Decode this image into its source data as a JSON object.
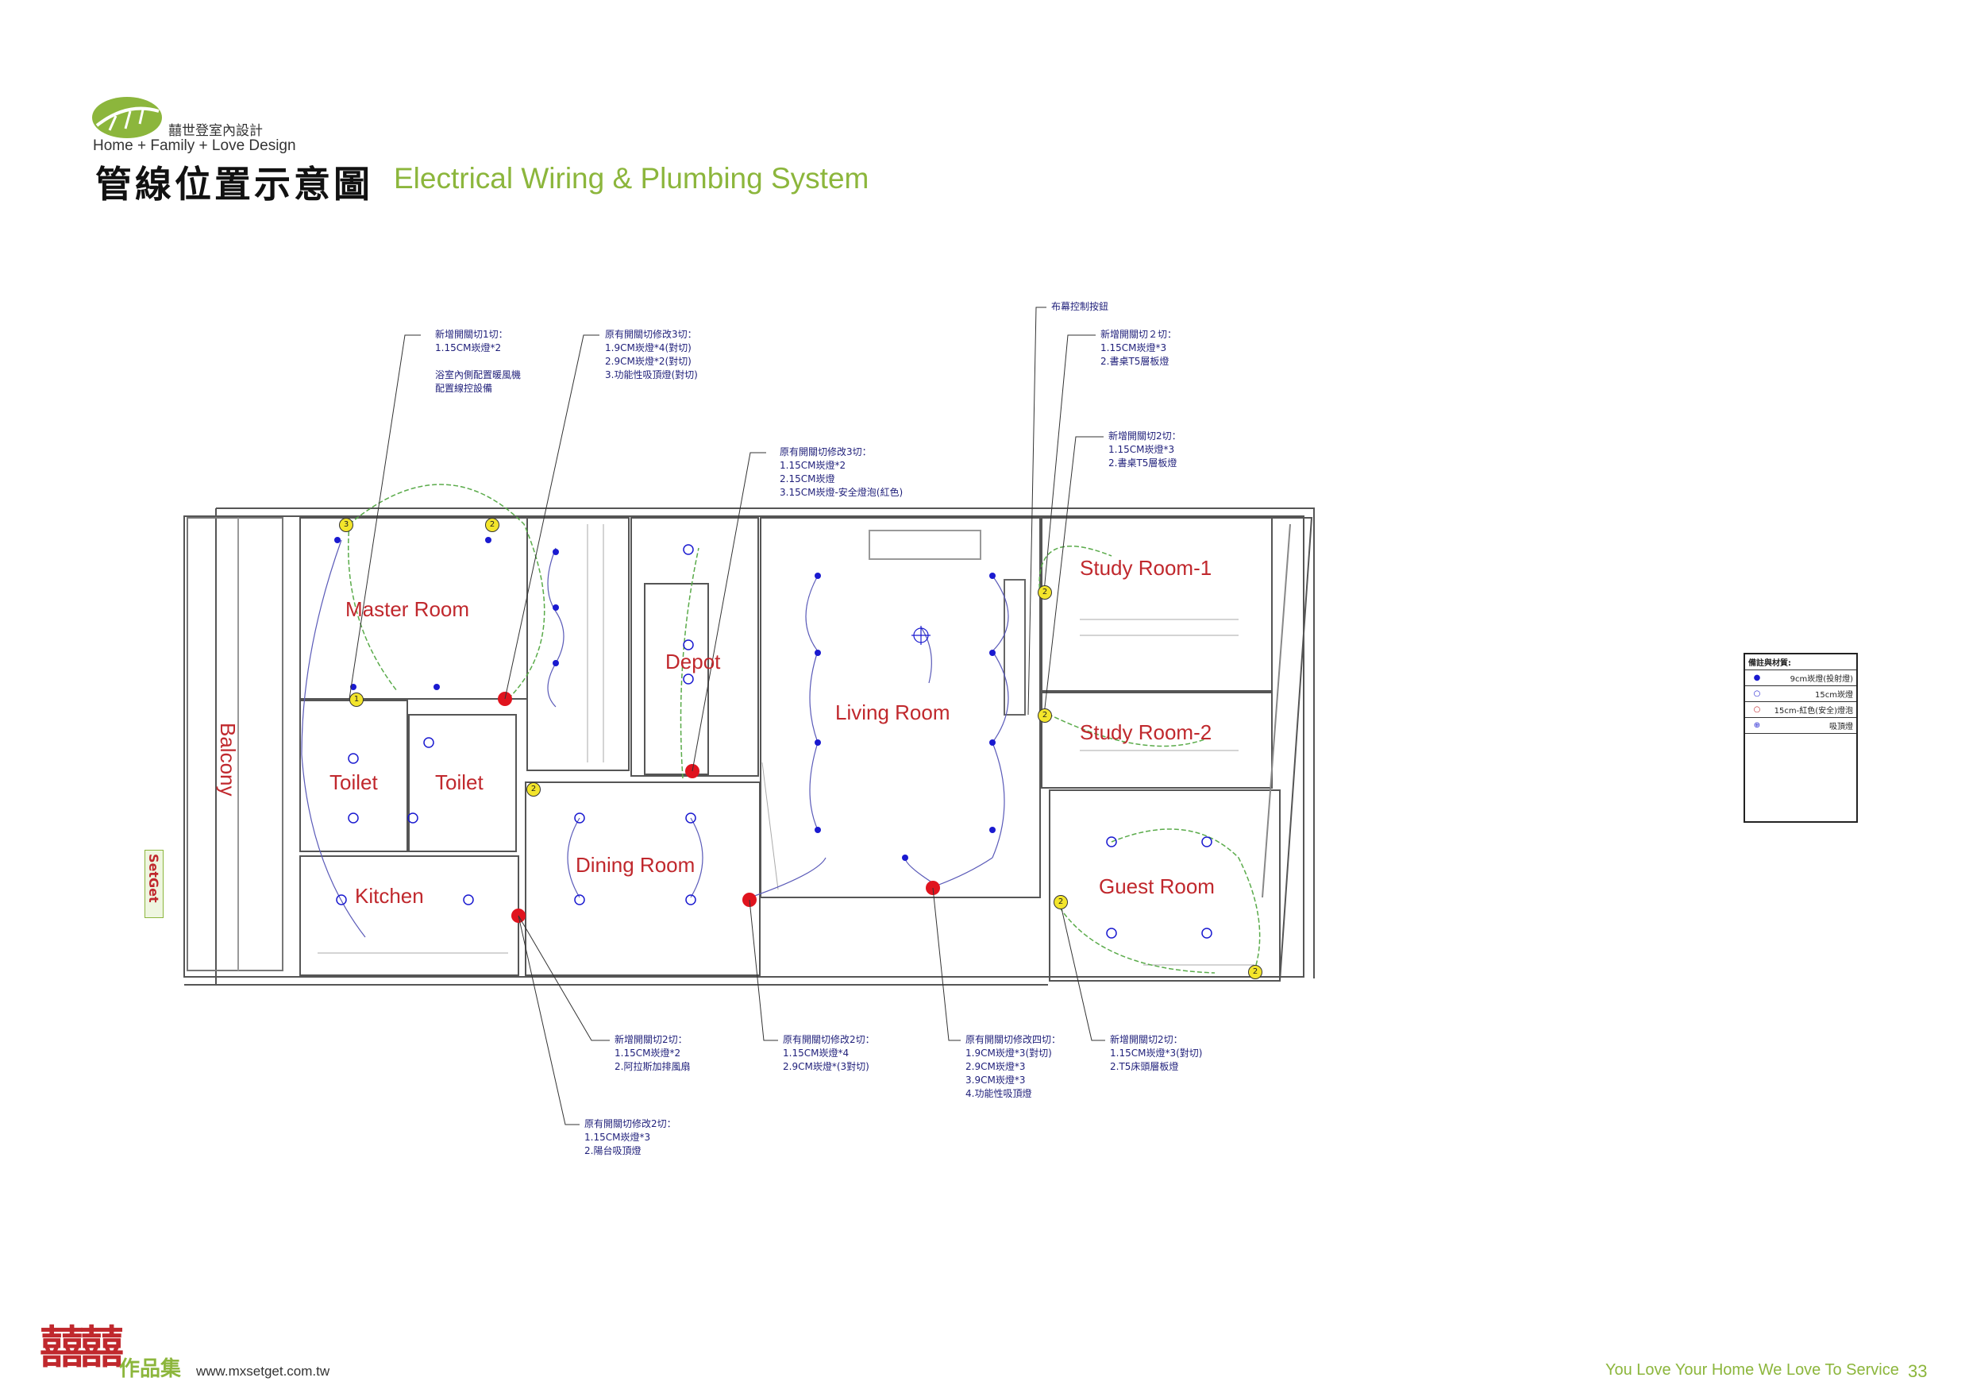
{
  "header": {
    "company_name": "囍世登室內設計",
    "tagline": "Home + Family + Love Design",
    "title_zh": "管線位置示意圖",
    "title_en": "Electrical Wiring & Plumbing System"
  },
  "rooms": [
    "Master Room",
    "Depot",
    "Living Room",
    "Study Room-1",
    "Study Room-2",
    "Balcony",
    "Toilet",
    "Toilet",
    "Kitchen",
    "Dining Room",
    "Guest Room"
  ],
  "notes": {
    "n1": [
      "新增開關切1切：",
      "1.15CM崁燈*2",
      "",
      "浴室內側配置暖風機",
      "配置線控設備"
    ],
    "n2": [
      "原有開關切修改3切：",
      "1.9CM崁燈*4(對切)",
      "2.9CM崁燈*2(對切)",
      "3.功能性吸頂燈(對切)"
    ],
    "n3": [
      "原有開關切修改3切：",
      "1.15CM崁燈*2",
      "2.15CM崁燈",
      "3.15CM崁燈-安全燈泡(紅色)"
    ],
    "n4": [
      "布幕控制按鈕"
    ],
    "n5": [
      "新增開關切２切：",
      "1.15CM崁燈*3",
      "2.書桌T5層板燈"
    ],
    "n6": [
      "新增開關切2切：",
      "1.15CM崁燈*3",
      "2.書桌T5層板燈"
    ],
    "n7": [
      "新增開關切2切：",
      "1.15CM崁燈*2",
      "2.阿拉斯加排風扇"
    ],
    "n8": [
      "原有開關切修改2切：",
      "1.15CM崁燈*4",
      "2.9CM崁燈*(3對切)"
    ],
    "n9": [
      "原有開關切修改四切：",
      "1.9CM崁燈*3(對切)",
      "2.9CM崁燈*3",
      "3.9CM崁燈*3",
      "4.功能性吸頂燈"
    ],
    "n10": [
      "新增開關切2切：",
      "1.15CM崁燈*3(對切)",
      "2.T5床頭層板燈"
    ],
    "n11": [
      "原有開關切修改2切：",
      "1.15CM崁燈*3",
      "2.陽台吸頂燈"
    ]
  },
  "switch_counts": [
    "3",
    "2",
    "1",
    "2",
    "2",
    "2",
    "2",
    "2"
  ],
  "legend": {
    "title": "備註與材質:",
    "items": [
      {
        "icon": "filled-dot-icon",
        "text": "9cm崁燈(投射燈)"
      },
      {
        "icon": "open-circle-icon",
        "text": "15cm崁燈"
      },
      {
        "icon": "red-circle-icon",
        "text": "15cm-紅色(安全)燈泡"
      },
      {
        "icon": "ceiling-light-icon",
        "text": "吸頂燈"
      }
    ]
  },
  "side_stamp": "SetGet",
  "footer": {
    "brand_mark": "囍囍",
    "portfolio_label": "作品集",
    "website": "www.mxsetget.com.tw",
    "slogan": "You Love Your Home We Love To Service",
    "page_number": "33"
  },
  "colors": {
    "accent_green": "#8cb63c",
    "room_label_red": "#c0282d",
    "light_blue": "#1a1ad0",
    "switch_yellow": "#f3e52b",
    "junction_red": "#e0141e",
    "wire_green": "#5aab4a",
    "wire_blue": "#5a5ab8"
  }
}
